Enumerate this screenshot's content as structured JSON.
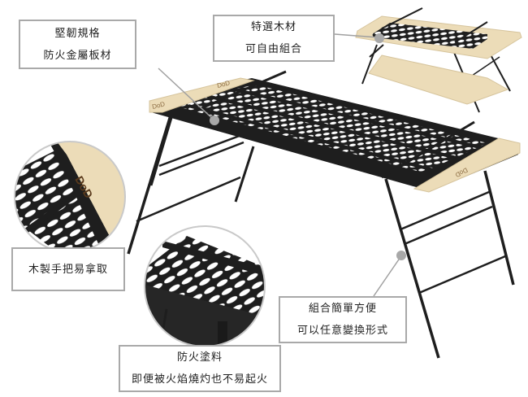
{
  "callouts": {
    "material": {
      "line1": "堅韌規格",
      "line2": "防火金屬板材"
    },
    "wood": {
      "line1": "特選木材",
      "line2": "可自由組合"
    },
    "handle": {
      "line1": "木製手把易拿取"
    },
    "assembly": {
      "line1": "組合簡單方便",
      "line2": "可以任意變換形式"
    },
    "coating": {
      "line1": "防火塗料",
      "line2": "即便被火焰燒灼也不易起火"
    }
  },
  "product": {
    "brand_mark": "DoD",
    "colors": {
      "frame": "#1e1e1e",
      "wood": "#ecdcb8",
      "callout_border": "#a9a9a9",
      "connector": "#a0a0a0",
      "dot": "#a8a8a8"
    }
  }
}
